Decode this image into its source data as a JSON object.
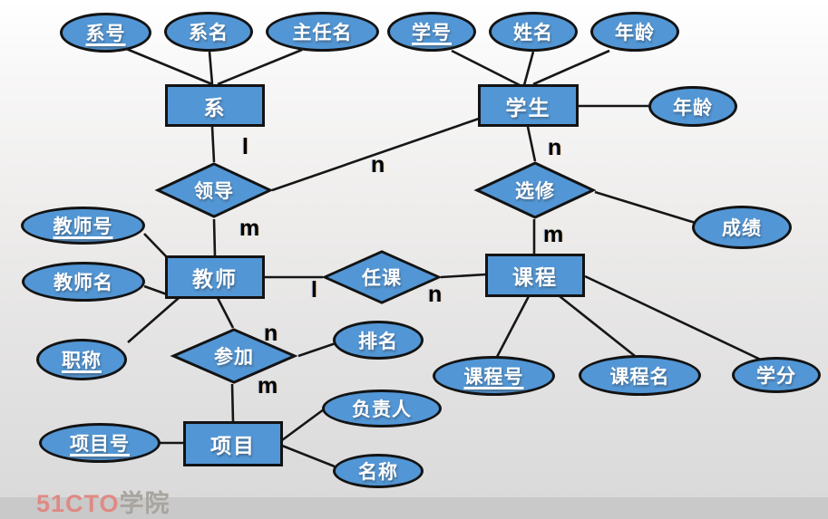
{
  "er": {
    "entities": {
      "dept": "系",
      "student": "学生",
      "teacher": "教师",
      "course": "课程",
      "project": "项目"
    },
    "relationships": {
      "lead": "领导",
      "elective": "选修",
      "teach": "任课",
      "join": "参加"
    },
    "attributes": {
      "dept_no": "系号",
      "dept_name": "系名",
      "director_name": "主任名",
      "student_no": "学号",
      "student_name": "姓名",
      "age_top": "年龄",
      "age_side": "年龄",
      "score": "成绩",
      "teacher_no": "教师号",
      "teacher_name": "教师名",
      "title": "职称",
      "rank": "排名",
      "course_no": "课程号",
      "course_name": "课程名",
      "credit": "学分",
      "project_no": "项目号",
      "leader": "负责人",
      "name": "名称"
    },
    "underlined_attributes": [
      "系号",
      "学号",
      "教师号",
      "职称",
      "课程号",
      "项目号"
    ],
    "cardinalities": {
      "lead_dept": "l",
      "lead_student": "n",
      "lead_teacher": "m",
      "elective_student": "n",
      "elective_course": "m",
      "teach_teacher": "l",
      "teach_course": "n",
      "join_teacher": "n",
      "join_project": "m"
    },
    "colors": {
      "shape_fill": "#5296d5",
      "shape_border": "#131313",
      "shape_text": "#ffffff",
      "cardinality_text": "#000000"
    }
  },
  "watermark": {
    "brand": "51CTO",
    "suffix": "学院",
    "brand_color": "#e08984",
    "suffix_color": "#a8a49f"
  }
}
